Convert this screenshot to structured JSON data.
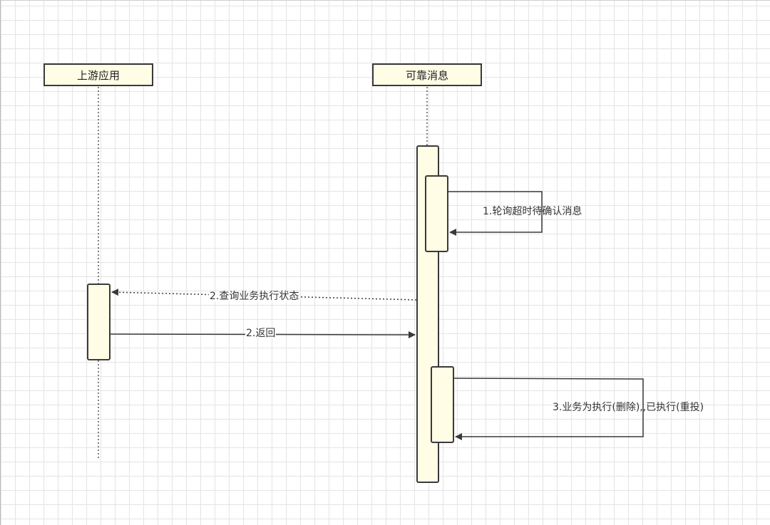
{
  "participants": {
    "upstream": "上游应用",
    "reliable": "可靠消息"
  },
  "messages": {
    "poll": "1.轮询超时待确认消息",
    "query": "2.查询业务执行状态",
    "return": "2.返回",
    "exec": "3.业务为执行(删除),,已执行(重投)"
  },
  "colors": {
    "box_fill": "#fffde6",
    "stroke": "#3a3a3a",
    "grid": "#e4e4e4"
  }
}
